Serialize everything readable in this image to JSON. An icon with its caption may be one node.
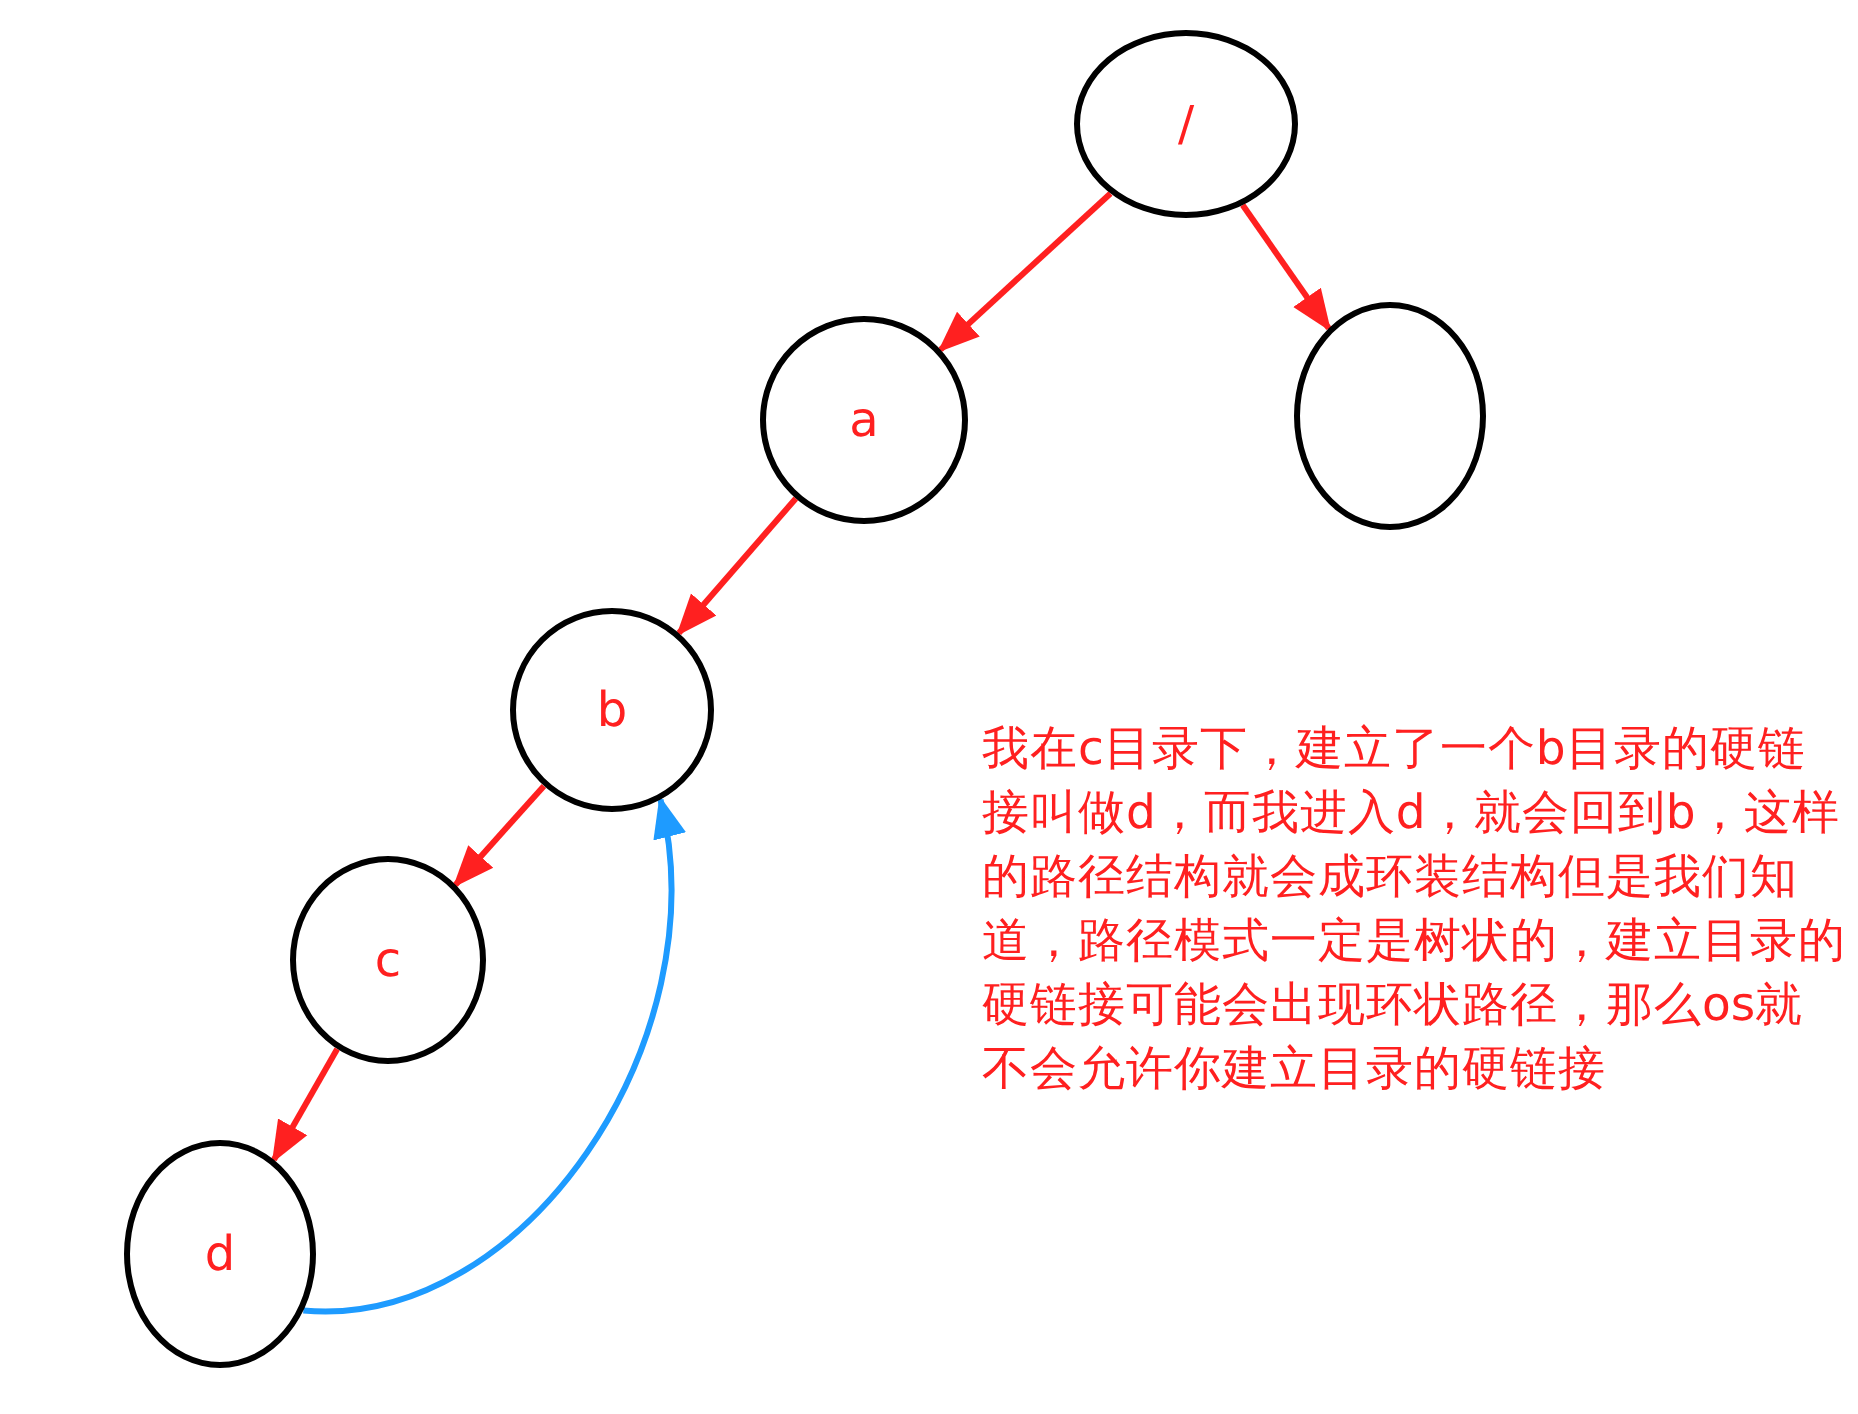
{
  "diagram": {
    "nodes": [
      {
        "text": [
          "/"
        ]
      },
      {
        "text": [
          "a"
        ]
      },
      {
        "text": [],
        "shape": "circle"
      },
      {
        "text": [
          "b"
        ]
      },
      {
        "text": [
          "c"
        ]
      },
      {
        "text": [
          "d"
        ]
      }
    ],
    "edges": [
      {
        "from": 0,
        "to": 1,
        "arrow": "to"
      },
      {
        "from": 0,
        "to": 2,
        "arrow": "to"
      },
      {
        "from": 1,
        "to": 3,
        "arrow": "to"
      },
      {
        "from": 3,
        "to": 4,
        "arrow": "to"
      },
      {
        "from": 4,
        "to": 5,
        "arrow": "to"
      },
      {
        "from": 5,
        "to": 3,
        "arrow": "to",
        "color": "#1e9bff"
      }
    ],
    "labels": [
      "我在c目录下，建立了一个b目录的硬链接叫做d，而我进入d，就会回到b，这样的路径结构就会成环装结构但是我们知道，路径模式一定是树状的，建立目录的硬链接可能会出现环状路径，那么os就不会允许你建立目录的硬链接"
    ]
  }
}
